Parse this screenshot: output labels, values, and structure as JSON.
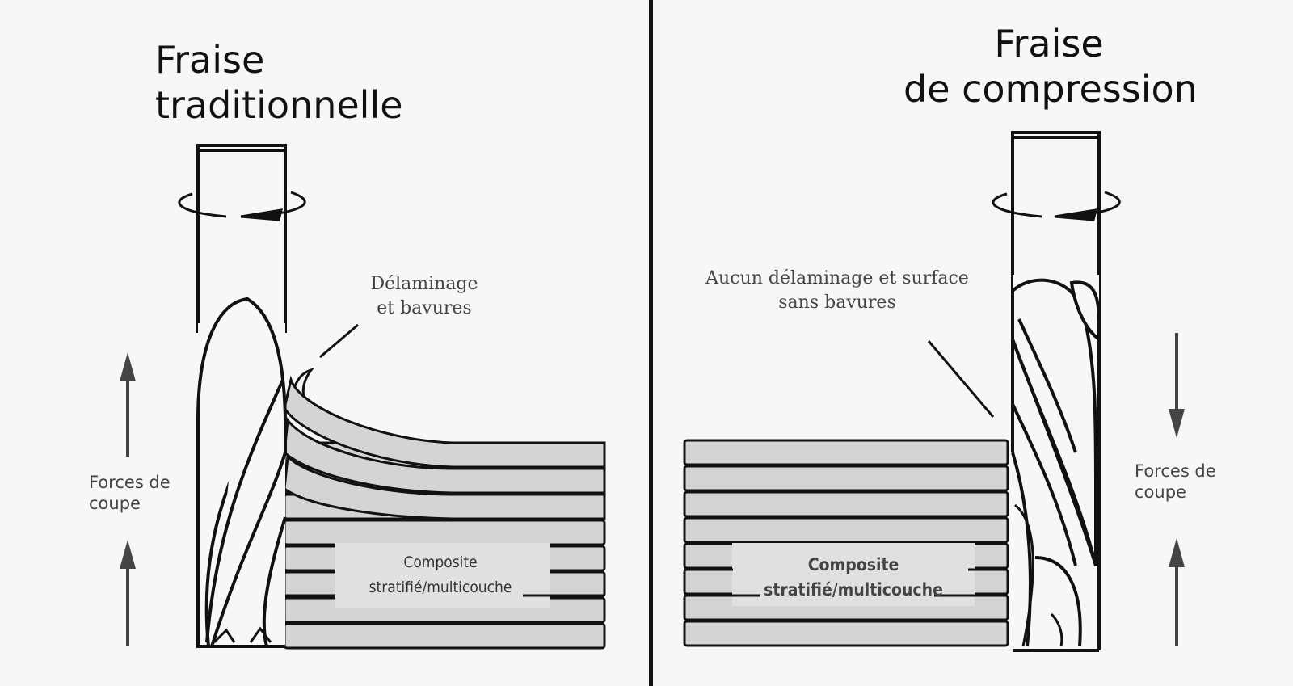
{
  "left": {
    "title_line1": "Fraise",
    "title_line2": "traditionnelle",
    "callout_line1": "Délaminage",
    "callout_line2": "et bavures",
    "force_line1": "Forces de",
    "force_line2": "coupe",
    "material_line1": "Composite",
    "material_line2": "stratifié/multicouche",
    "force_direction": "up"
  },
  "right": {
    "title_line1": "Fraise",
    "title_line2": "de compression",
    "callout_line1": "Aucun délaminage et surface",
    "callout_line2": "sans bavures",
    "force_line1": "Forces de",
    "force_line2": "coupe",
    "material_line1": "Composite",
    "material_line2": "stratifié/multicouche",
    "force_direction": "converging"
  },
  "colors": {
    "line": "#111111",
    "layer_fill": "#d4d4d4",
    "background": "#f7f7f7",
    "divider": "#111111"
  }
}
